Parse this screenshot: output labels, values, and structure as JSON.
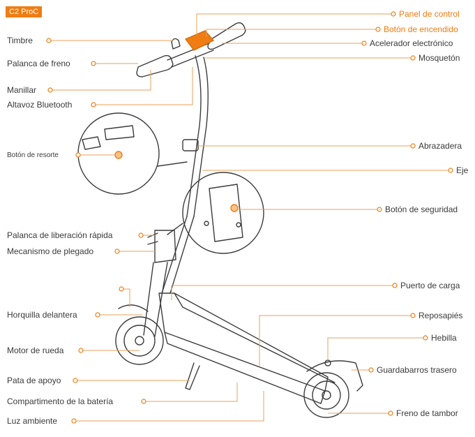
{
  "model_badge": "C2 ProC",
  "colors": {
    "accent": "#ef7d14",
    "line": "#e9a25a",
    "drawing": "#3c3c3c",
    "text": "#3a3a3a"
  },
  "labels_left": [
    {
      "id": "timbre",
      "text": "Timbre"
    },
    {
      "id": "palanca-freno",
      "text": "Palanca de freno"
    },
    {
      "id": "manillar",
      "text": "Manillar"
    },
    {
      "id": "altavoz",
      "text": "Altavoz Bluetooth"
    },
    {
      "id": "boton-resorte",
      "text": "Botón de resorte"
    },
    {
      "id": "palanca-liberacion",
      "text": "Palanca de liberación rápida"
    },
    {
      "id": "mecanismo-plegado",
      "text": "Mecanismo de plegado"
    },
    {
      "id": "horquilla",
      "text": "Horquilla delantera"
    },
    {
      "id": "motor-rueda",
      "text": "Motor de rueda"
    },
    {
      "id": "pata-apoyo",
      "text": "Pata de apoyo"
    },
    {
      "id": "compartimento",
      "text": "Compartimento de la batería"
    },
    {
      "id": "luz-ambiente",
      "text": "Luz ambiente"
    }
  ],
  "labels_right": [
    {
      "id": "panel-control",
      "text": "Panel de control",
      "accent": true
    },
    {
      "id": "boton-encendido",
      "text": "Botón de encendido",
      "accent": true
    },
    {
      "id": "acelerador",
      "text": "Acelerador electrónico"
    },
    {
      "id": "mosqueton",
      "text": "Mosquetón"
    },
    {
      "id": "abrazadera",
      "text": "Abrazadera"
    },
    {
      "id": "eje",
      "text": "Eje"
    },
    {
      "id": "boton-seguridad",
      "text": "Botón de seguridad"
    },
    {
      "id": "puerto-carga",
      "text": "Puerto de carga"
    },
    {
      "id": "reposapies",
      "text": "Reposapiés"
    },
    {
      "id": "hebilla",
      "text": "Hebilla"
    },
    {
      "id": "guardabarros",
      "text": "Guardabarros trasero"
    },
    {
      "id": "freno-tambor",
      "text": "Freno de tambor"
    }
  ]
}
